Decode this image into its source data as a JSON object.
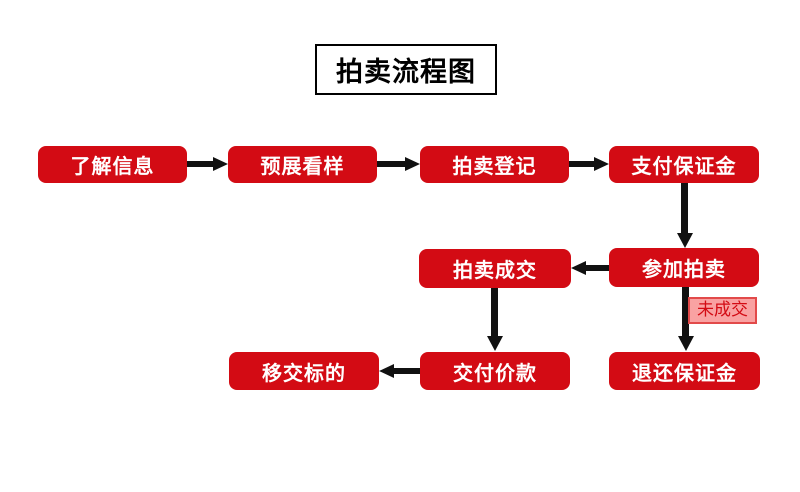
{
  "title": {
    "text": "拍卖流程图"
  },
  "nodes": [
    {
      "id": "know-info",
      "label": "了解信息"
    },
    {
      "id": "preview-samples",
      "label": "预展看样"
    },
    {
      "id": "auction-registration",
      "label": "拍卖登记"
    },
    {
      "id": "pay-deposit",
      "label": "支付保证金"
    },
    {
      "id": "join-auction",
      "label": "参加拍卖"
    },
    {
      "id": "auction-deal",
      "label": "拍卖成交"
    },
    {
      "id": "refund-deposit",
      "label": "退还保证金"
    },
    {
      "id": "pay-price",
      "label": "交付价款"
    },
    {
      "id": "transfer-subject",
      "label": "移交标的"
    }
  ],
  "edge_labels": {
    "no_deal": "未成交"
  },
  "colors": {
    "node_red": "#d30b14",
    "arrow_black": "#111111",
    "no_deal_bg": "#f9a2a2",
    "no_deal_border": "#e24a4a",
    "no_deal_text": "#d30b14",
    "title_border": "#000000"
  }
}
